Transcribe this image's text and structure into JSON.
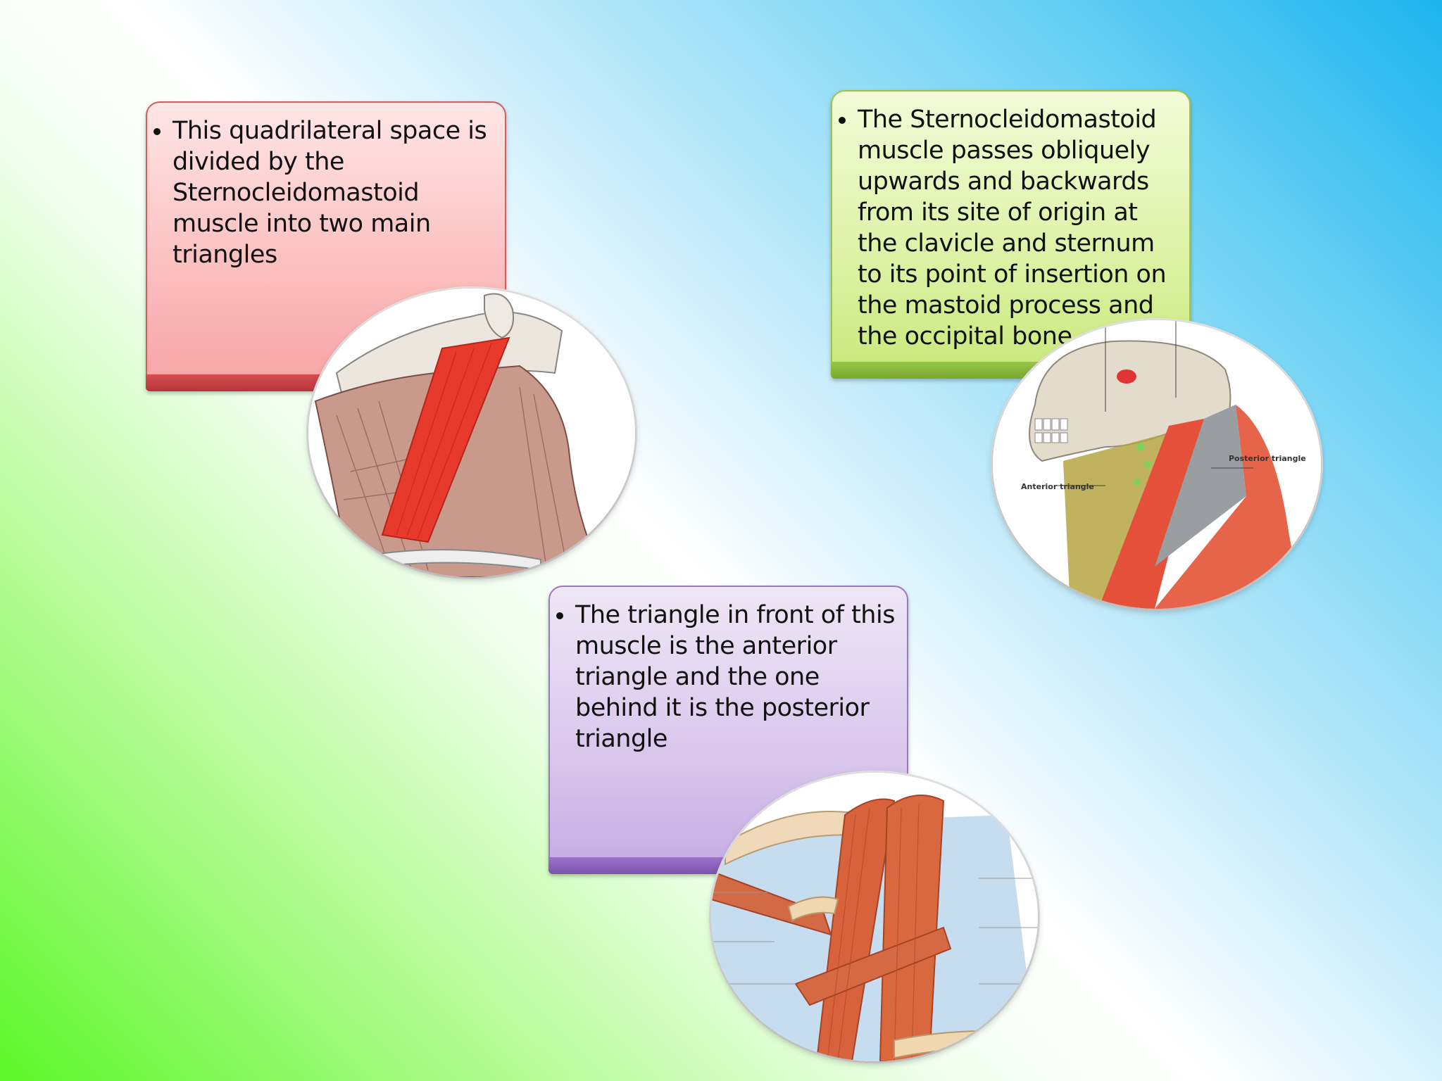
{
  "boxes": {
    "top_left": {
      "text": "This quadrilateral space is divided by the Sternocleidomastoid muscle into two main triangles",
      "color": "#f6a3a4"
    },
    "top_right": {
      "text": "The Sternocleidomastoid muscle passes obliquely upwards and backwards from its site of origin at the clavicle and sternum to its point of insertion on the mastoid process and the occipital bone",
      "color": "#c7e879"
    },
    "bottom_center": {
      "text": "The triangle in front of this muscle is the anterior triangle and the one behind it is the posterior triangle",
      "color": "#c4abe2"
    }
  },
  "images": {
    "neck_muscles_lateral": {
      "icon": "neck-muscle-illustration"
    },
    "neck_triangles": {
      "icon": "neck-triangles-illustration",
      "label_anterior": "Anterior triangle",
      "label_posterior": "Posterior triangle"
    },
    "neck_muscles_front": {
      "icon": "neck-muscle-front-illustration"
    }
  },
  "background": {
    "from": "#5cf72a",
    "to": "#1cb4ee"
  }
}
